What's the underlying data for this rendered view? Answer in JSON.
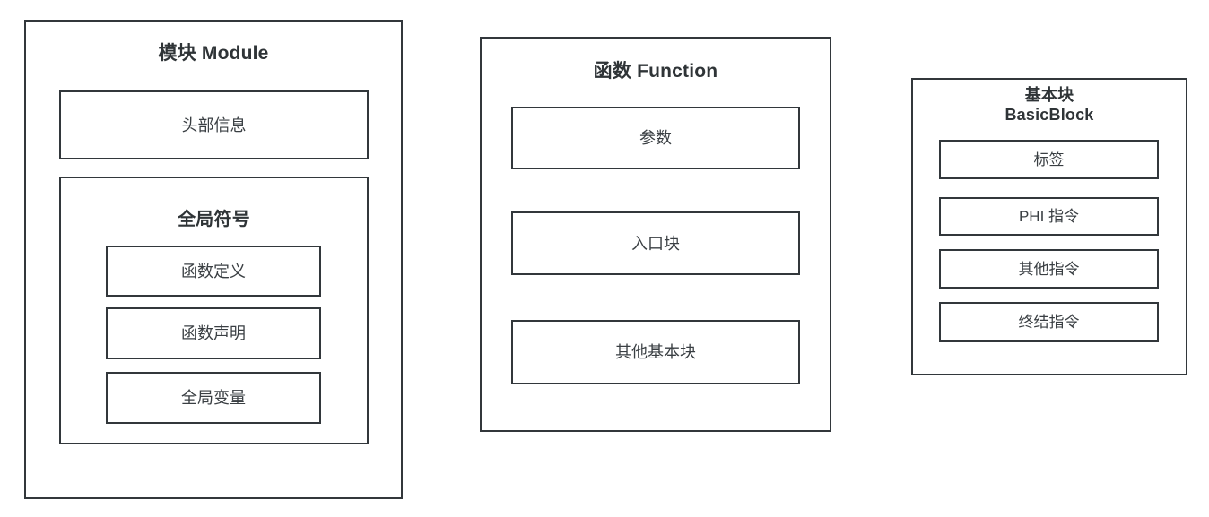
{
  "diagram": {
    "title_implicit": "",
    "background": "#ffffff",
    "stroke_color": "#32373b",
    "text_color": "#3a3f43",
    "groups": [
      {
        "id": "module",
        "title": "模块 Module",
        "children": [
          {
            "id": "header-info",
            "label": "头部信息"
          },
          {
            "id": "global-symbols",
            "title": "全局符号",
            "children": [
              {
                "id": "func-def",
                "label": "函数定义"
              },
              {
                "id": "func-decl",
                "label": "函数声明"
              },
              {
                "id": "global-var",
                "label": "全局变量"
              }
            ]
          }
        ]
      },
      {
        "id": "function",
        "title": "函数 Function",
        "children": [
          {
            "id": "params",
            "label": "参数"
          },
          {
            "id": "entry-block",
            "label": "入口块"
          },
          {
            "id": "other-blocks",
            "label": "其他基本块"
          }
        ]
      },
      {
        "id": "basicblock",
        "title_line1": "基本块",
        "title_line2": "BasicBlock",
        "children": [
          {
            "id": "bb-label",
            "label": "标签"
          },
          {
            "id": "bb-phi",
            "label": "PHI 指令"
          },
          {
            "id": "bb-other",
            "label": "其他指令"
          },
          {
            "id": "bb-term",
            "label": "终结指令"
          }
        ]
      }
    ]
  }
}
